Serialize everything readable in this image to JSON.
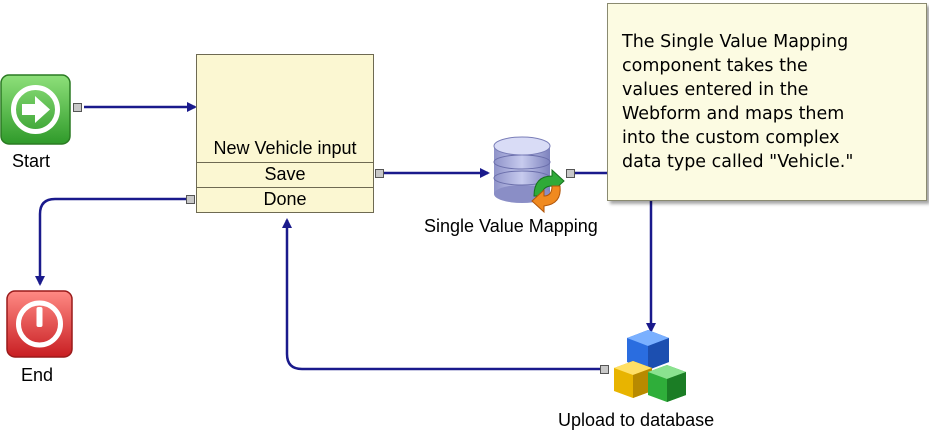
{
  "nodes": {
    "start": {
      "label": "Start",
      "icon": "arrow-right-icon"
    },
    "end": {
      "label": "End",
      "icon": "power-icon"
    },
    "form": {
      "title": "New Vehicle input",
      "rows": [
        "Save",
        "Done"
      ],
      "icon": "form-edit-icon"
    },
    "mapping": {
      "label": "Single Value Mapping",
      "icon": "database-refresh-icon"
    },
    "upload": {
      "label": "Upload to database",
      "icon": "cubes-icon"
    }
  },
  "note": {
    "text": "The Single Value Mapping\ncomponent takes the\nvalues entered in the\nWebform and maps them\ninto the custom complex\ndata type called \"Vehicle.\""
  },
  "colors": {
    "connector": "#1a1a8c",
    "start_green": "#3aa832",
    "end_red": "#d9262a",
    "form_fill": "#fbf7d2",
    "note_fill": "#fcfbe2"
  }
}
